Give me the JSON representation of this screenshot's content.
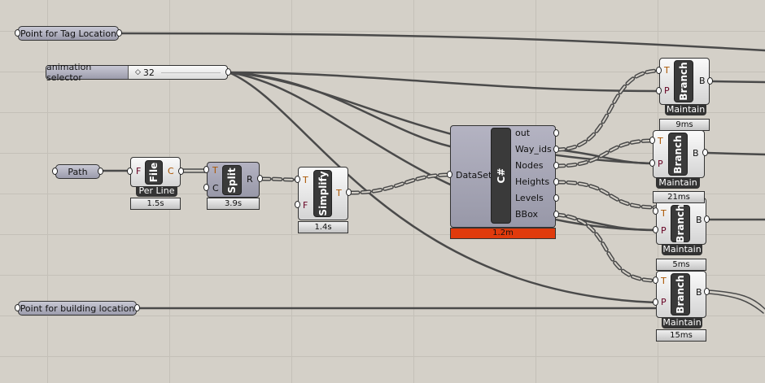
{
  "params": {
    "tag_location": "Point for Tag Location",
    "building_location": "Point for building location",
    "path": "Path"
  },
  "slider": {
    "label": "animation selector",
    "value": "32",
    "marker": "◇"
  },
  "file": {
    "label": "File",
    "in": "F",
    "out": "C",
    "tag": "Per Line",
    "time": "1.5s"
  },
  "split": {
    "label": "Split",
    "in": [
      "T",
      "C"
    ],
    "out": "R",
    "time": "3.9s"
  },
  "simplify": {
    "label": "Simplify",
    "in": [
      "T",
      "F"
    ],
    "out": "T",
    "time": "1.4s"
  },
  "csharp": {
    "label": "C#",
    "input": "DataSet",
    "outputs": [
      "out",
      "Way_ids",
      "Nodes",
      "Heights",
      "Levels",
      "BBox"
    ],
    "time": "1.2m",
    "warning_color": "#e03a0c"
  },
  "branches": [
    {
      "label": "Branch",
      "in": [
        "T",
        "P"
      ],
      "out": "B",
      "tag": "Maintain",
      "time": "9ms"
    },
    {
      "label": "Branch",
      "in": [
        "T",
        "P"
      ],
      "out": "B",
      "tag": "Maintain",
      "time": "21ms"
    },
    {
      "label": "Branch",
      "in": [
        "T",
        "P"
      ],
      "out": "B",
      "tag": "Maintain",
      "time": "5ms"
    },
    {
      "label": "Branch",
      "in": [
        "T",
        "P"
      ],
      "out": "B",
      "tag": "Maintain",
      "time": "15ms"
    }
  ]
}
